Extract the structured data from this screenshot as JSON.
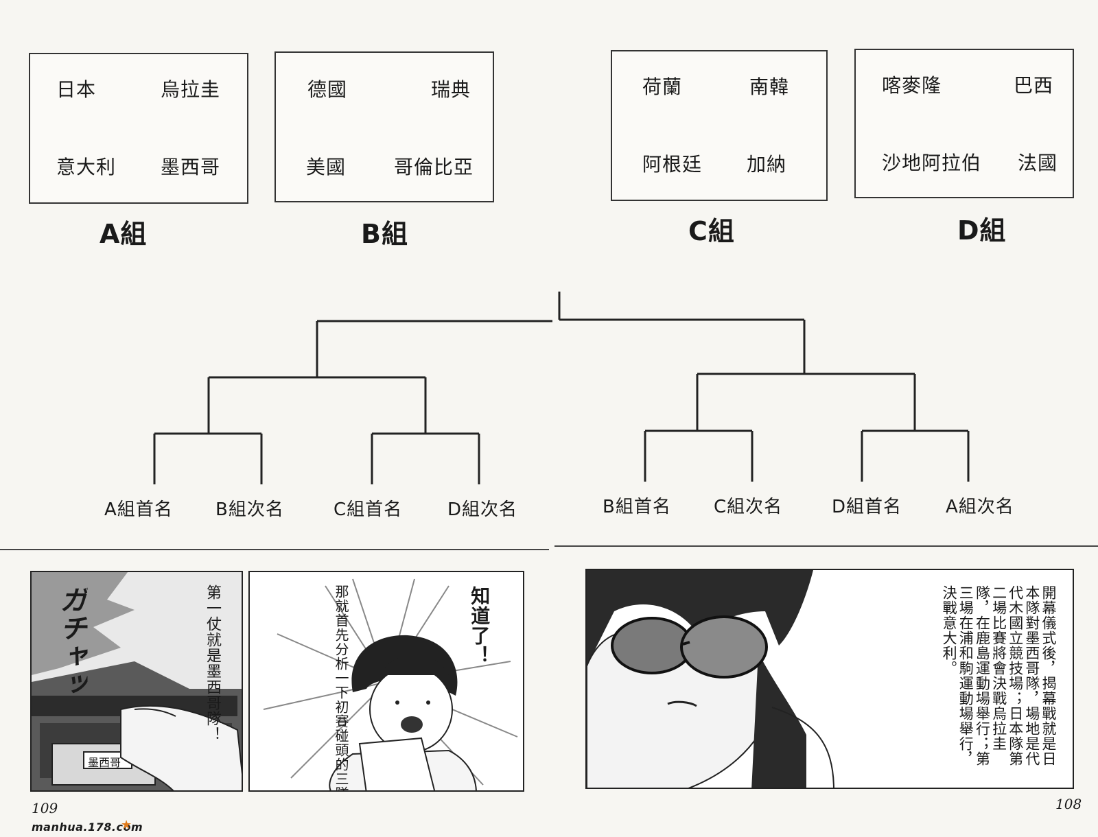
{
  "groups": [
    {
      "label": "A組",
      "teams": [
        "日本",
        "烏拉圭",
        "意大利",
        "墨西哥"
      ]
    },
    {
      "label": "B組",
      "teams": [
        "德國",
        "瑞典",
        "美國",
        "哥倫比亞"
      ]
    },
    {
      "label": "C組",
      "teams": [
        "荷蘭",
        "南韓",
        "阿根廷",
        "加納"
      ]
    },
    {
      "label": "D組",
      "teams": [
        "喀麥隆",
        "巴西",
        "沙地阿拉伯",
        "法國"
      ]
    }
  ],
  "bracket": {
    "slots": [
      "A組首名",
      "B組次名",
      "C組首名",
      "D組次名",
      "B組首名",
      "C組次名",
      "D組首名",
      "A組次名"
    ]
  },
  "panels": {
    "panel1": {
      "speech": "第一仗就是墨西哥隊！",
      "sfx": "ガチャッ",
      "label_card": "墨西哥"
    },
    "panel2": {
      "speech_left": "那就首先分析一下初賽碰頭的三隊吧！",
      "speech_right": "知道了！"
    },
    "panel3": {
      "caption": "開幕儀式後，揭幕戰就是日本隊對墨西哥隊，場地是代代木國立競技場；日本隊第二場比賽將會決戰烏拉圭隊，在鹿島運動場舉行；第三場在浦和駒運動場舉行，決戰意大利。"
    }
  },
  "page_numbers": {
    "left": "109",
    "right": "108"
  },
  "watermark": "manhua.178.com"
}
